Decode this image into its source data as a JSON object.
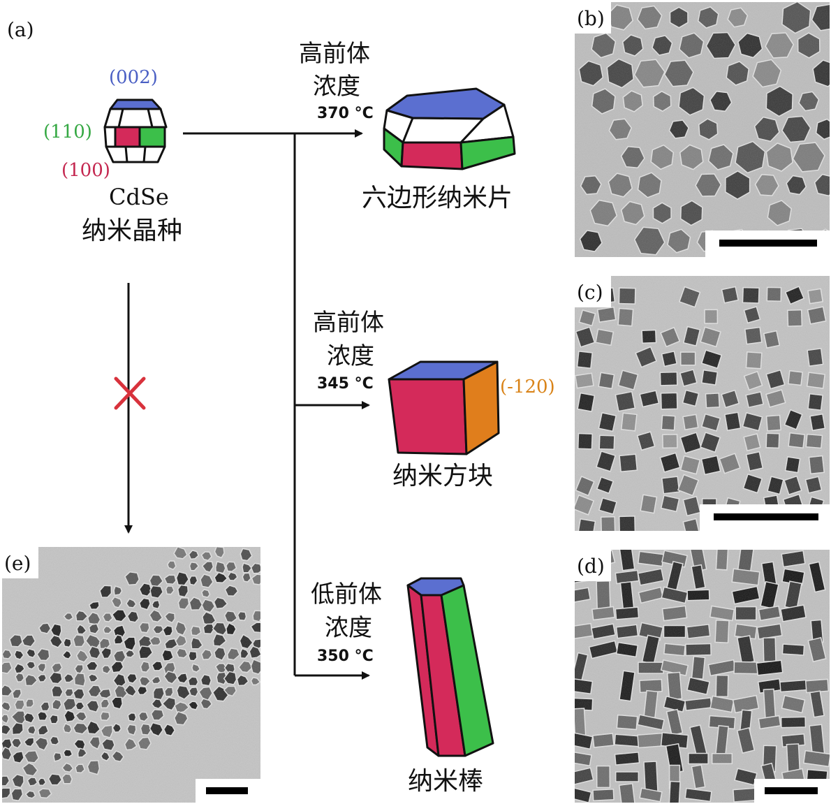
{
  "panels": {
    "a": "(a)",
    "b": "(b)",
    "c": "(c)",
    "d": "(d)",
    "e": "(e)"
  },
  "seed": {
    "facet_002": "(002)",
    "facet_110": "(110)",
    "facet_100": "(100)",
    "material": "CdSe",
    "name": "纳米晶种"
  },
  "branches": [
    {
      "cond1": "高前体",
      "cond2": "浓度",
      "temp": "370 °C",
      "product": "六边形纳米片"
    },
    {
      "cond1": "高前体",
      "cond2": "浓度",
      "temp": "345 °C",
      "product": "纳米方块",
      "facet": "(-120)"
    },
    {
      "cond1": "低前体",
      "cond2": "浓度",
      "temp": "350 °C",
      "product": "纳米棒"
    }
  ],
  "colors": {
    "blue_facet": "#5b6fd0",
    "green_facet": "#3cbf4a",
    "red_facet": "#d42a5a",
    "orange_facet": "#e07e1c",
    "label_002": "#4a5fc4",
    "label_110": "#35a843",
    "label_100": "#c4264f",
    "label_m120": "#d98318",
    "blocked_x": "#d8323c",
    "tem_bg": "#b9b9b9"
  },
  "icons": [
    "blocked-x-icon",
    "arrow-right-icon",
    "arrow-down-icon"
  ]
}
